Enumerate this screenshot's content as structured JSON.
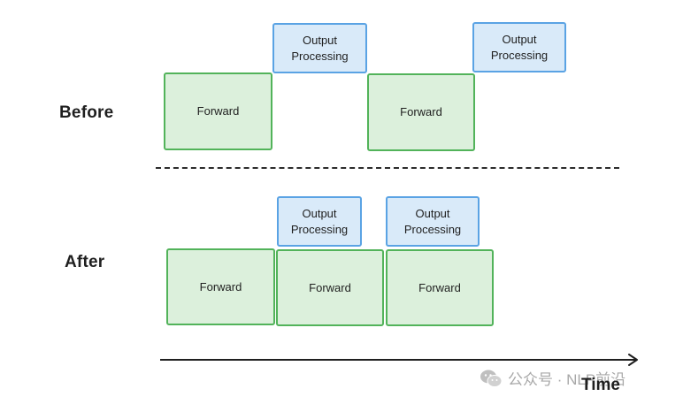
{
  "rows": {
    "before_label": "Before",
    "after_label": "After"
  },
  "blocks": {
    "forward_label": "Forward",
    "output_line1": "Output",
    "output_line2": "Processing"
  },
  "axis": {
    "label": "Time"
  },
  "watermark": {
    "text": "公众号 · NLP前沿"
  },
  "colors": {
    "forward_fill": "#dcf0dc",
    "forward_border": "#52b35a",
    "output_fill": "#d9eaf9",
    "output_border": "#5aa3e4"
  }
}
